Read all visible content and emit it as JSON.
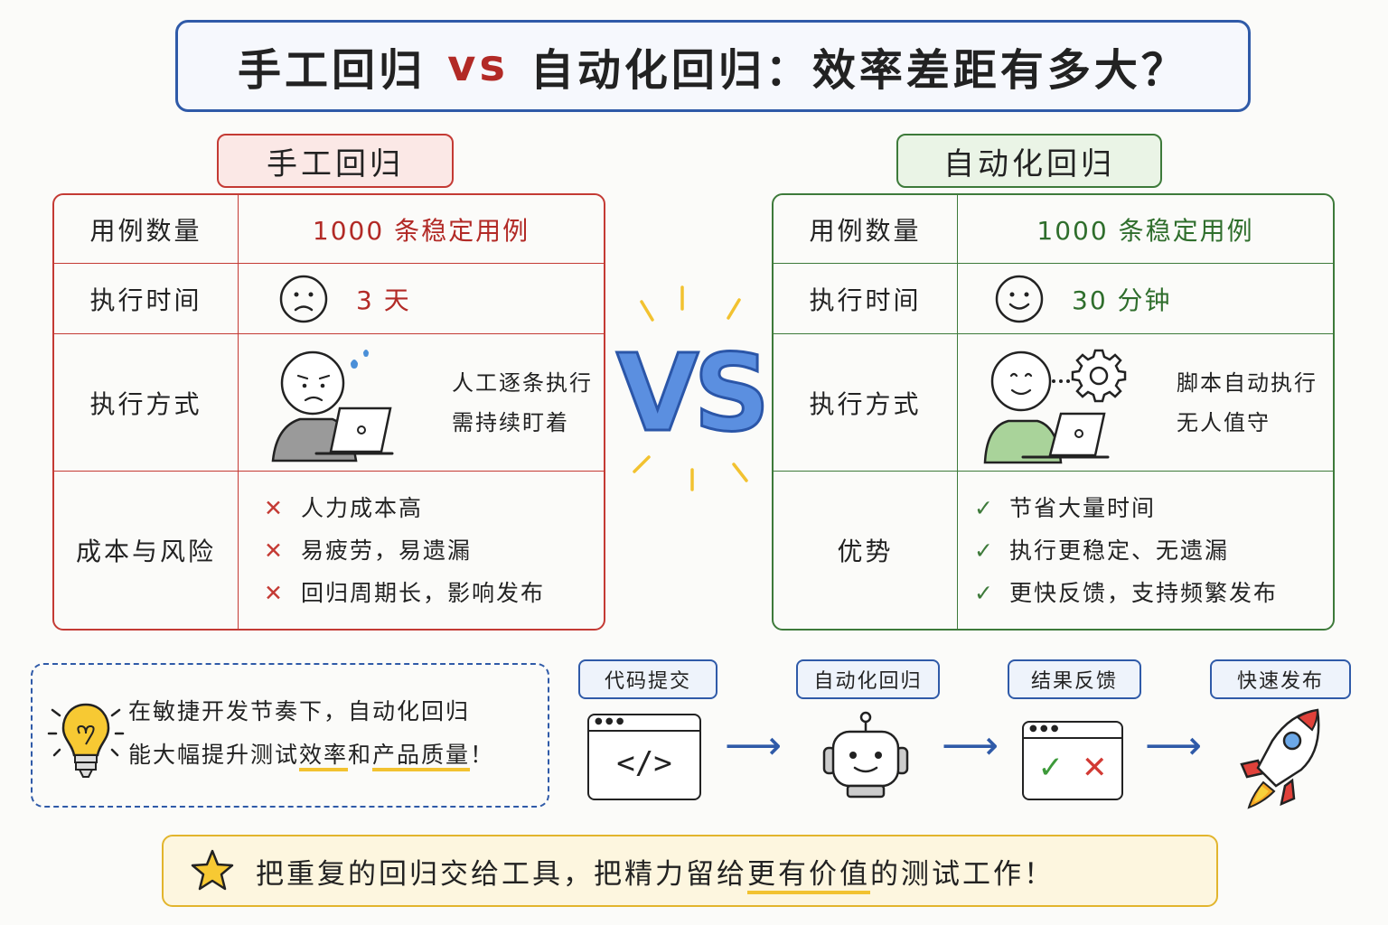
{
  "title": {
    "left": "手工回归",
    "vs": "vs",
    "right": "自动化回归：效率差距有多大？"
  },
  "manual": {
    "tag": "手工回归",
    "rows": [
      {
        "label": "用例数量",
        "value": "1000 条稳定用例"
      },
      {
        "label": "执行时间",
        "value": "3 天"
      },
      {
        "label": "执行方式",
        "notes": [
          "人工逐条执行",
          "需持续盯着"
        ]
      },
      {
        "label": "成本与风险",
        "items": [
          "人力成本高",
          "易疲劳，易遗漏",
          "回归周期长，影响发布"
        ]
      }
    ],
    "mark": "✕"
  },
  "auto": {
    "tag": "自动化回归",
    "rows": [
      {
        "label": "用例数量",
        "value": "1000 条稳定用例"
      },
      {
        "label": "执行时间",
        "value": "30 分钟"
      },
      {
        "label": "执行方式",
        "notes": [
          "脚本自动执行",
          "无人值守"
        ]
      },
      {
        "label": "优势",
        "items": [
          "节省大量时间",
          "执行更稳定、无遗漏",
          "更快反馈，支持频繁发布"
        ]
      }
    ],
    "mark": "✓"
  },
  "vs_label": "VS",
  "info": {
    "line1": "在敏捷开发节奏下，自动化回归",
    "line2_pre": "能大幅提升测试",
    "line2_u1": "效率",
    "line2_mid": "和",
    "line2_u2": "产品质量",
    "line2_post": "！"
  },
  "flow": [
    {
      "label": "代码提交",
      "icon": "code-window-icon",
      "code": "</>"
    },
    {
      "label": "自动化回归",
      "icon": "robot-icon"
    },
    {
      "label": "结果反馈",
      "icon": "result-window-icon"
    },
    {
      "label": "快速发布",
      "icon": "rocket-icon"
    }
  ],
  "banner": {
    "pre": "把重复的回归交给工具，把精力留给",
    "underline": "更有价值",
    "post": "的测试工作！"
  },
  "colors": {
    "blue": "#2f5aa8",
    "red": "#c43a34",
    "green": "#3d7a3a",
    "yellow": "#f2c230"
  }
}
